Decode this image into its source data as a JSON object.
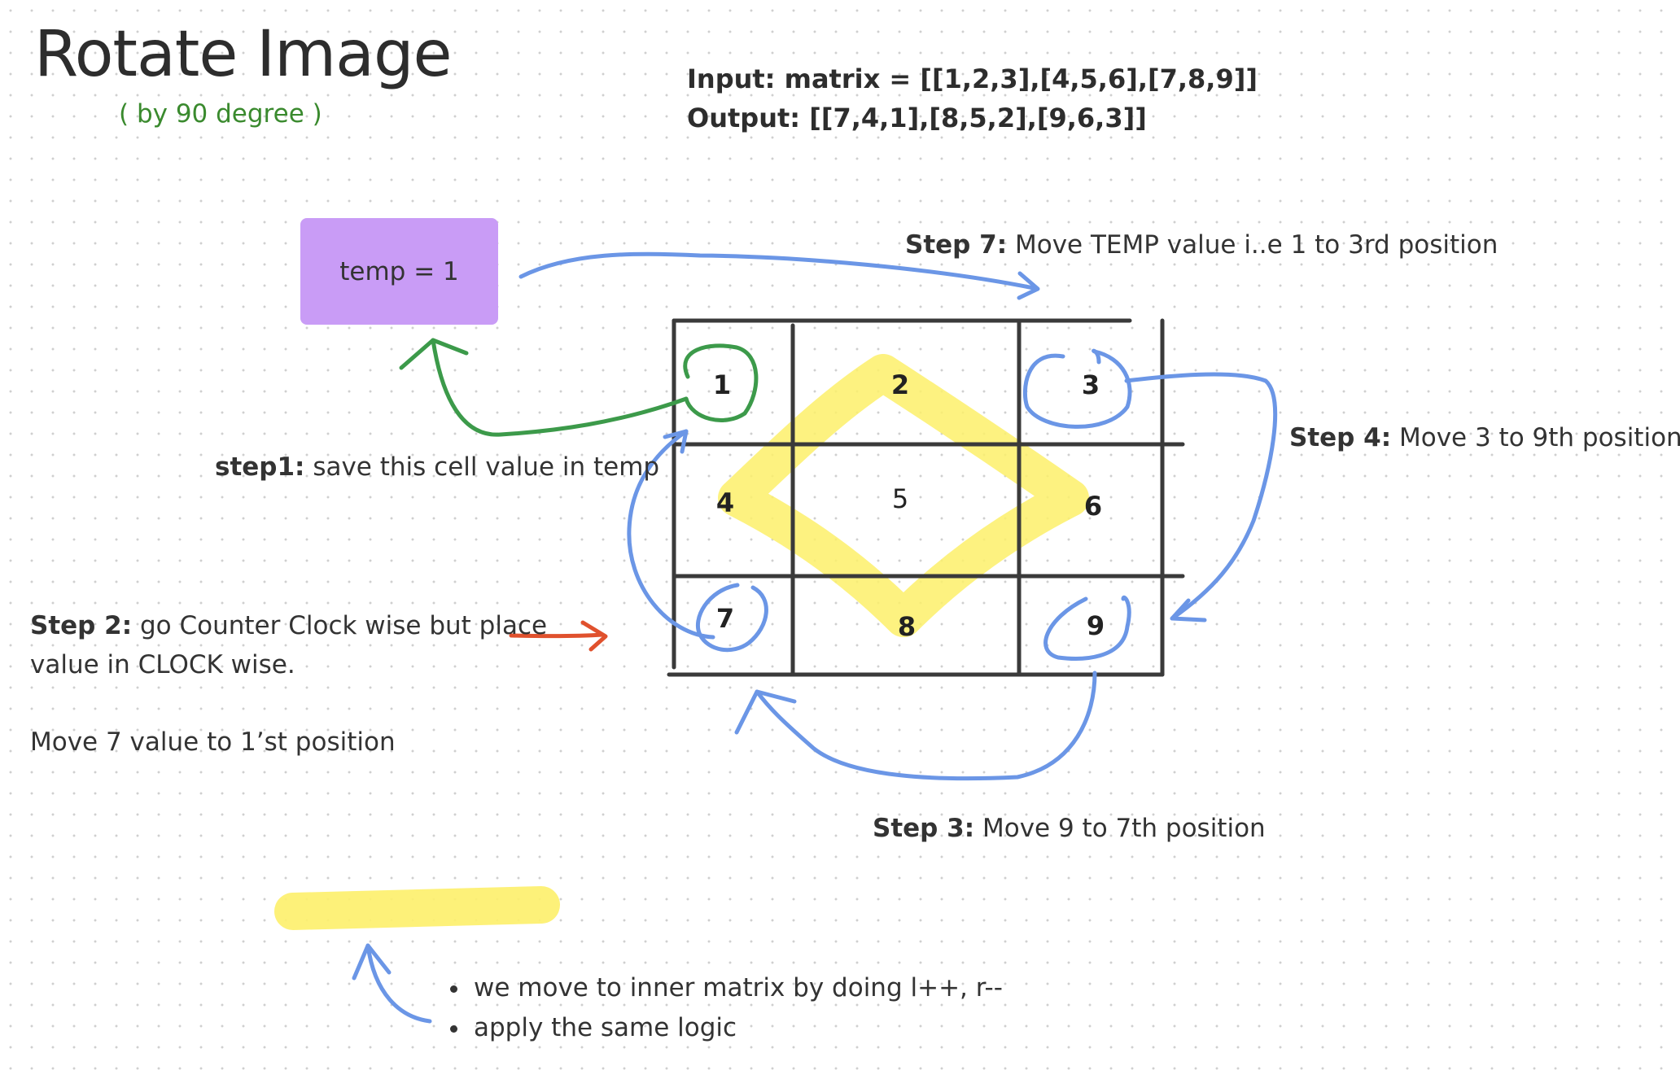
{
  "title": "Rotate Image",
  "subtitle": "( by 90 degree )",
  "io": {
    "input": "Input: matrix = [[1,2,3],[4,5,6],[7,8,9]]",
    "output": "Output: [[7,4,1],[8,5,2],[9,6,3]]"
  },
  "temp_box": "temp = 1",
  "matrix": [
    "1",
    "2",
    "3",
    "4",
    "5",
    "6",
    "7",
    "8",
    "9"
  ],
  "steps": {
    "step1": {
      "label": "step1:",
      "text": "save this cell value in temp"
    },
    "step2": {
      "label": "Step 2:",
      "text": "go Counter Clock wise but place",
      "line2": "value in CLOCK wise."
    },
    "move7": "Move 7 value to 1’st position",
    "step3": {
      "label": "Step 3:",
      "text": "Move 9 to 7th position"
    },
    "step4": {
      "label": "Step 4:",
      "text": "Move 3 to 9th position"
    },
    "step7": {
      "label": "Step 7:",
      "text": "Move TEMP value i..e 1  to 3rd position"
    }
  },
  "bullets": [
    "we move to inner matrix by doing  l++, r--",
    "apply the same logic"
  ],
  "colors": {
    "blue_arrow": "#6b96e6",
    "green_arrow": "#3c9a4a",
    "red_arrow": "#e0512d",
    "highlight": "#fdf06a",
    "temp_box": "#c99cf6"
  }
}
